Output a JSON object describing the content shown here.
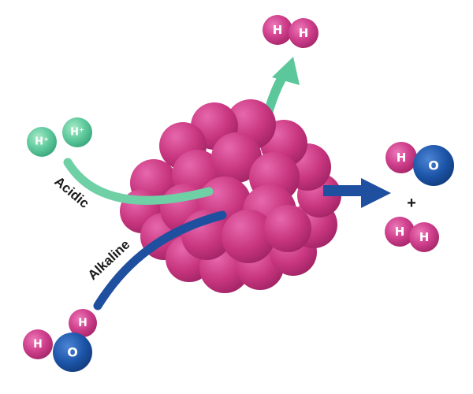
{
  "labels": {
    "acidic": "Acidic",
    "alkaline": "Alkaline",
    "plus": "+"
  },
  "atoms": {
    "hydrogen": "H",
    "proton": "H⁺",
    "oxygen": "O"
  },
  "colors": {
    "catalyst": "#c8367f",
    "hydrogen": "#d0408c",
    "proton": "#5cc79a",
    "oxygen": "#1d55a8",
    "acid_arrow": "#6fd0a6",
    "alkaline_arrow": "#1f4f9f"
  }
}
